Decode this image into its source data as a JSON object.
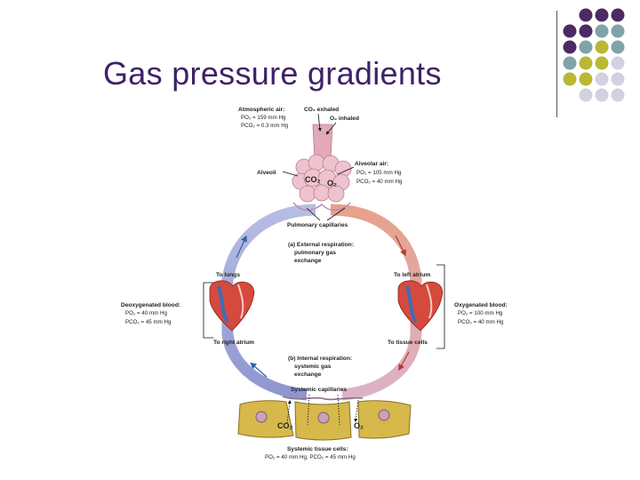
{
  "slide": {
    "title": "Gas pressure gradients"
  },
  "colors": {
    "title": "#3e2266",
    "dot_purple": "#4a2a63",
    "dot_teal": "#7fa3a6",
    "dot_olive": "#b8b832",
    "dot_lavender": "#d3d1e0",
    "oxygenated": "#e5a792",
    "deoxygenated": "#9fa5d6",
    "tissue": "#d6b94a",
    "alveoli": "#e8b9c6"
  },
  "diagram": {
    "atmospheric_air": {
      "title": "Atmospheric air:",
      "po2": "PO₂ = 159 mm Hg",
      "pco2": "PCO₂ = 0.3 mm Hg"
    },
    "co2_exhaled": "CO₂ exhaled",
    "o2_inhaled": "O₂ inhaled",
    "alveoli": "Alveoli",
    "alveolar_air": {
      "title": "Alveolar air:",
      "po2": "PO₂ = 105 mm Hg",
      "pco2": "PCO₂ = 40 mm Hg"
    },
    "gas_co2": "CO₂",
    "gas_o2": "O₂",
    "pulmonary_capillaries": "Pulmonary capillaries",
    "external_respiration": [
      "(a) External respiration:",
      "pulmonary gas",
      "exchange"
    ],
    "to_lungs": "To lungs",
    "to_left_atrium": "To left atrium",
    "deoxygenated_blood": {
      "title": "Deoxygenated blood:",
      "po2": "PO₂ = 40 mm Hg",
      "pco2": "PCO₂ = 45 mm Hg"
    },
    "oxygenated_blood": {
      "title": "Oxygenated blood:",
      "po2": "PO₂ = 100 mm Hg",
      "pco2": "PCO₂ = 40 mm Hg"
    },
    "to_right_atrium": "To right atrium",
    "to_tissue_cells": "To tissue cells",
    "internal_respiration": [
      "(b) Internal respiration:",
      "systemic gas",
      "exchange"
    ],
    "systemic_capillaries": "Systemic capillaries",
    "tissue_co2": "CO₂",
    "tissue_o2": "O₂",
    "systemic_tissue_cells": {
      "title": "Systemic tissue cells:",
      "values": "PO₂ = 40 mm Hg, PCO₂ = 45 mm Hg"
    }
  }
}
